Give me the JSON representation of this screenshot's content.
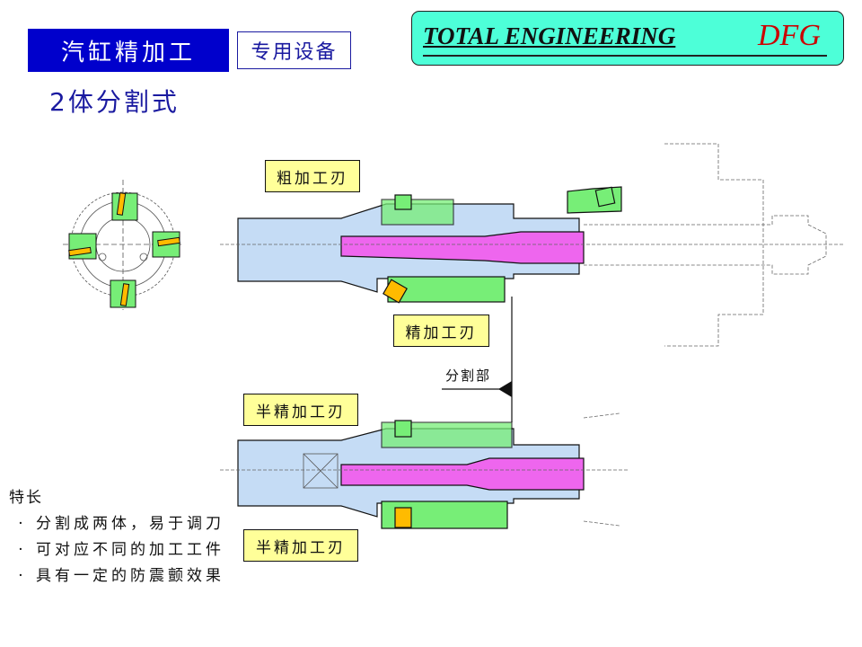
{
  "header": {
    "title": "汽缸精加工",
    "tag": "专用设备",
    "subtitle": "2体分割式"
  },
  "brand": {
    "name": "TOTAL ENGINEERING",
    "company": "DFG",
    "accent_color": "#4dffd8",
    "company_color": "#cc0000"
  },
  "diagram": {
    "labels": {
      "rough_cutter": "粗加工刃",
      "finish_cutter": "精加工刃",
      "split_section": "分割部",
      "semi_finish_cutter_top": "半精加工刃",
      "semi_finish_cutter_bottom": "半精加工刃"
    },
    "colors": {
      "body": "#c5dcf5",
      "shaft": "#ee66ee",
      "holder": "#77ee77",
      "insert": "#ffbb00",
      "label_bg": "#ffff99"
    }
  },
  "features": {
    "heading": "特长",
    "bullet": "·",
    "items": [
      "分割成两体，易于调刀",
      "可对应不同的加工工件",
      "具有一定的防震颤效果"
    ]
  }
}
